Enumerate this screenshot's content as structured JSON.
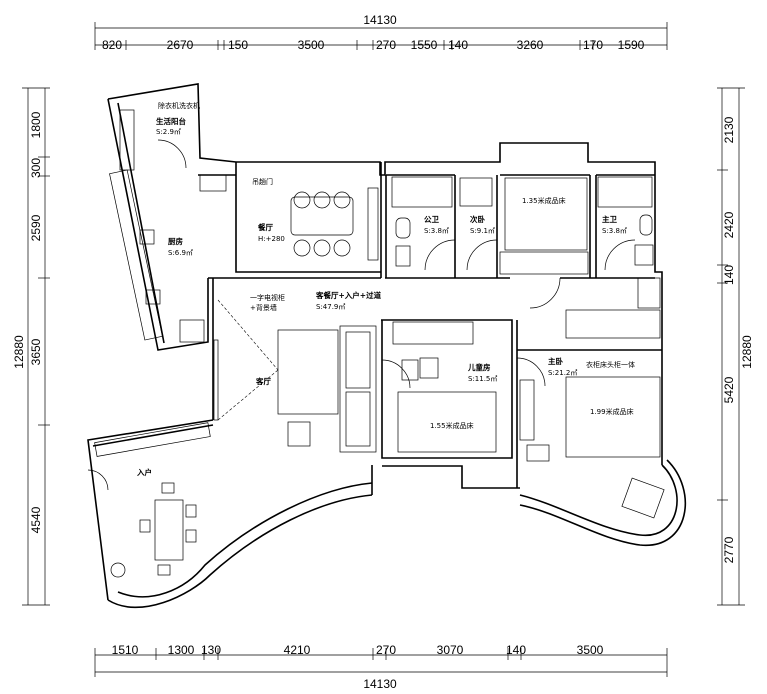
{
  "dimensions": {
    "top_total": "14130",
    "top_segments": [
      "820",
      "2670",
      "150",
      "3500",
      "270",
      "1550",
      "140",
      "3260",
      "170",
      "1590"
    ],
    "bottom_total": "14130",
    "bottom_segments": [
      "1510",
      "1300",
      "130",
      "4210",
      "270",
      "3070",
      "140",
      "3500"
    ],
    "left_total": "12880",
    "left_segments": [
      "1800",
      "300",
      "2590",
      "3650",
      "4540"
    ],
    "right_total": "12880",
    "right_segments": [
      "2130",
      "2420",
      "140",
      "5420",
      "2770"
    ]
  },
  "rooms": {
    "utility_balcony": {
      "note": "除衣机洗衣机",
      "name": "生活阳台",
      "area": "S:2.9㎡"
    },
    "kitchen": {
      "name": "厨房",
      "area": "S:6.9㎡"
    },
    "dining": {
      "name": "餐厅",
      "height": "H:+280",
      "door": "吊趟门"
    },
    "living_hall": {
      "name": "客餐厅+入户+过道",
      "area": "S:47.9㎡"
    },
    "living": {
      "name": "客厅",
      "tv_note_1": "一字电视柜",
      "tv_note_2": "+背景墙"
    },
    "entrance": {
      "name": "入户"
    },
    "public_bath": {
      "name": "公卫",
      "area": "S:3.8㎡"
    },
    "second_bedroom": {
      "name": "次卧",
      "area": "S:9.1㎡",
      "bed": "1.35米成品床"
    },
    "master_bath": {
      "name": "主卫",
      "area": "S:3.8㎡"
    },
    "kids_room": {
      "name": "儿童房",
      "area": "S:11.5㎡",
      "bed": "1.55米成品床"
    },
    "master_bedroom": {
      "name": "主卧",
      "area": "S:21.2㎡",
      "bed": "1.99米成品床",
      "wardrobe": "衣柜床头柜一体"
    }
  }
}
